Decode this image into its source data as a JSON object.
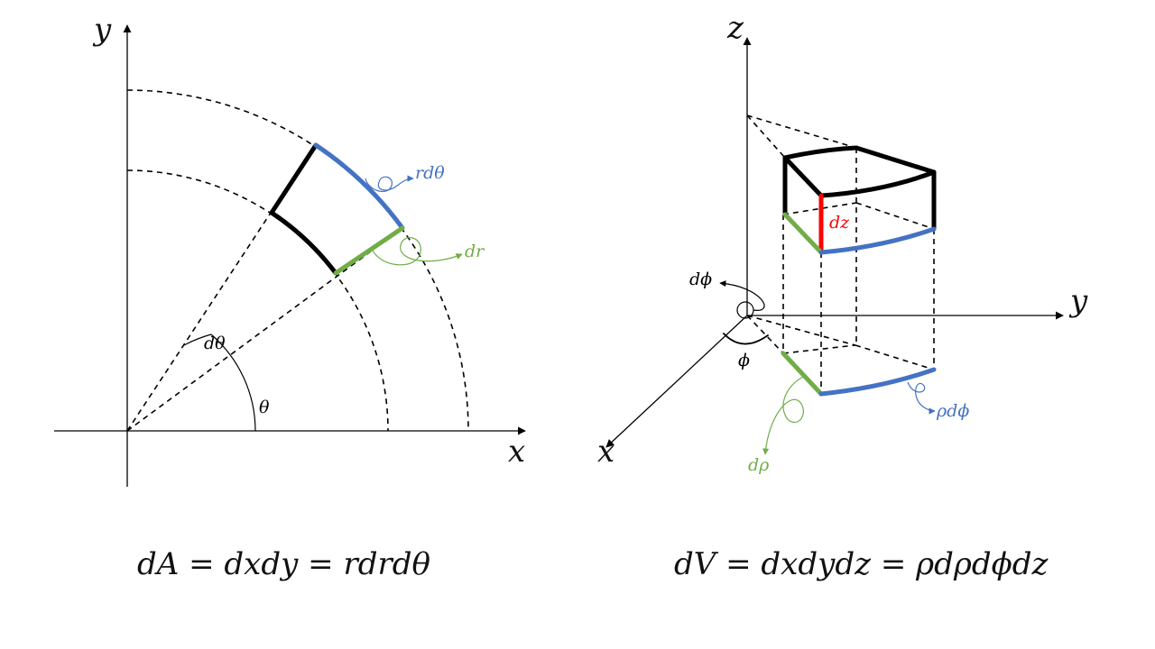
{
  "colors": {
    "blue": "#4472C4",
    "green": "#70AD47",
    "red": "#FF0000",
    "black": "#000000"
  },
  "left": {
    "x_label": "x",
    "y_label": "y",
    "theta_label": "θ",
    "dtheta_label": "dθ",
    "arc_label": "rdθ",
    "radial_label": "dr",
    "formula": "dA = dxdy = rdrdθ"
  },
  "right": {
    "x_label": "x",
    "y_label": "y",
    "z_label": "z",
    "phi_label": "ϕ",
    "dphi_label": "dϕ",
    "height_label": "dz",
    "arc_label": "ρdϕ",
    "radial_label": "dρ",
    "formula": "dV = dxdydz = ρdρdϕdz"
  }
}
